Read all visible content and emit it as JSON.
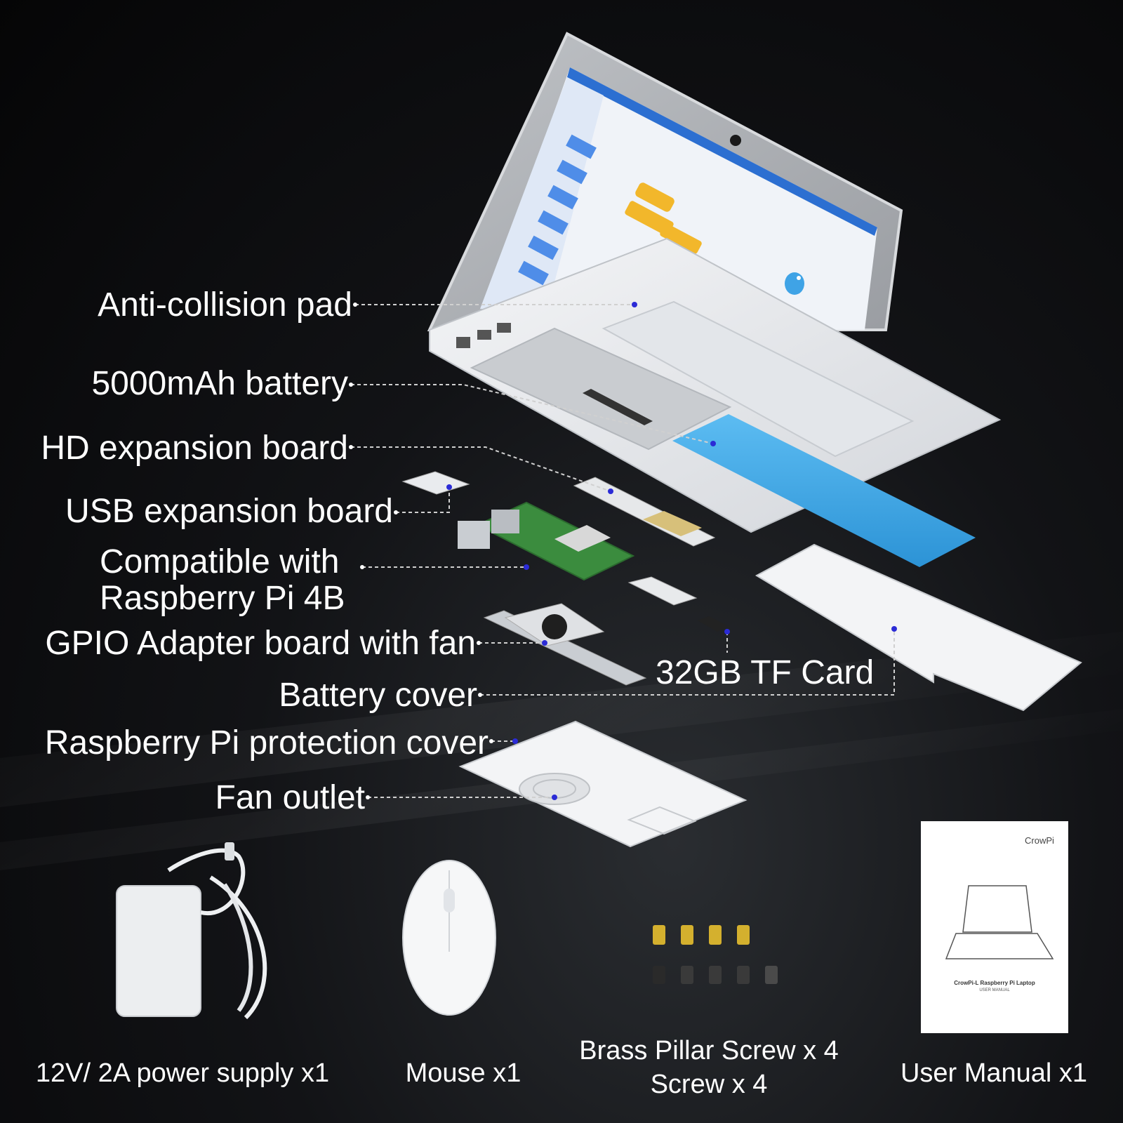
{
  "callouts": {
    "anti_collision_pad": "Anti-collision pad",
    "battery": "5000mAh battery",
    "hd_expansion_board": "HD expansion board",
    "usb_expansion_board": "USB expansion board",
    "compatible_line1": "Compatible with",
    "compatible_line2": "Raspberry Pi 4B",
    "gpio_adapter": "GPIO Adapter board with fan",
    "tf_card": "32GB TF Card",
    "battery_cover": "Battery cover",
    "protection_cover": "Raspberry Pi protection cover",
    "fan_outlet": "Fan outlet"
  },
  "accessories": {
    "power_supply": "12V/ 2A power supply x1",
    "mouse": "Mouse x1",
    "screws_line1": "Brass Pillar Screw x 4",
    "screws_line2": "Screw x 4",
    "user_manual": "User Manual x1"
  },
  "manual": {
    "brand": "CrowPi",
    "title": "CrowPi-L Raspberry Pi Laptop",
    "subtitle": "USER MANUAL"
  },
  "colors": {
    "battery_blue": "#3aa6e8",
    "board_green": "#3b8c3e",
    "brass": "#d4b02e",
    "pointer_dot": "#2b2bd6"
  }
}
